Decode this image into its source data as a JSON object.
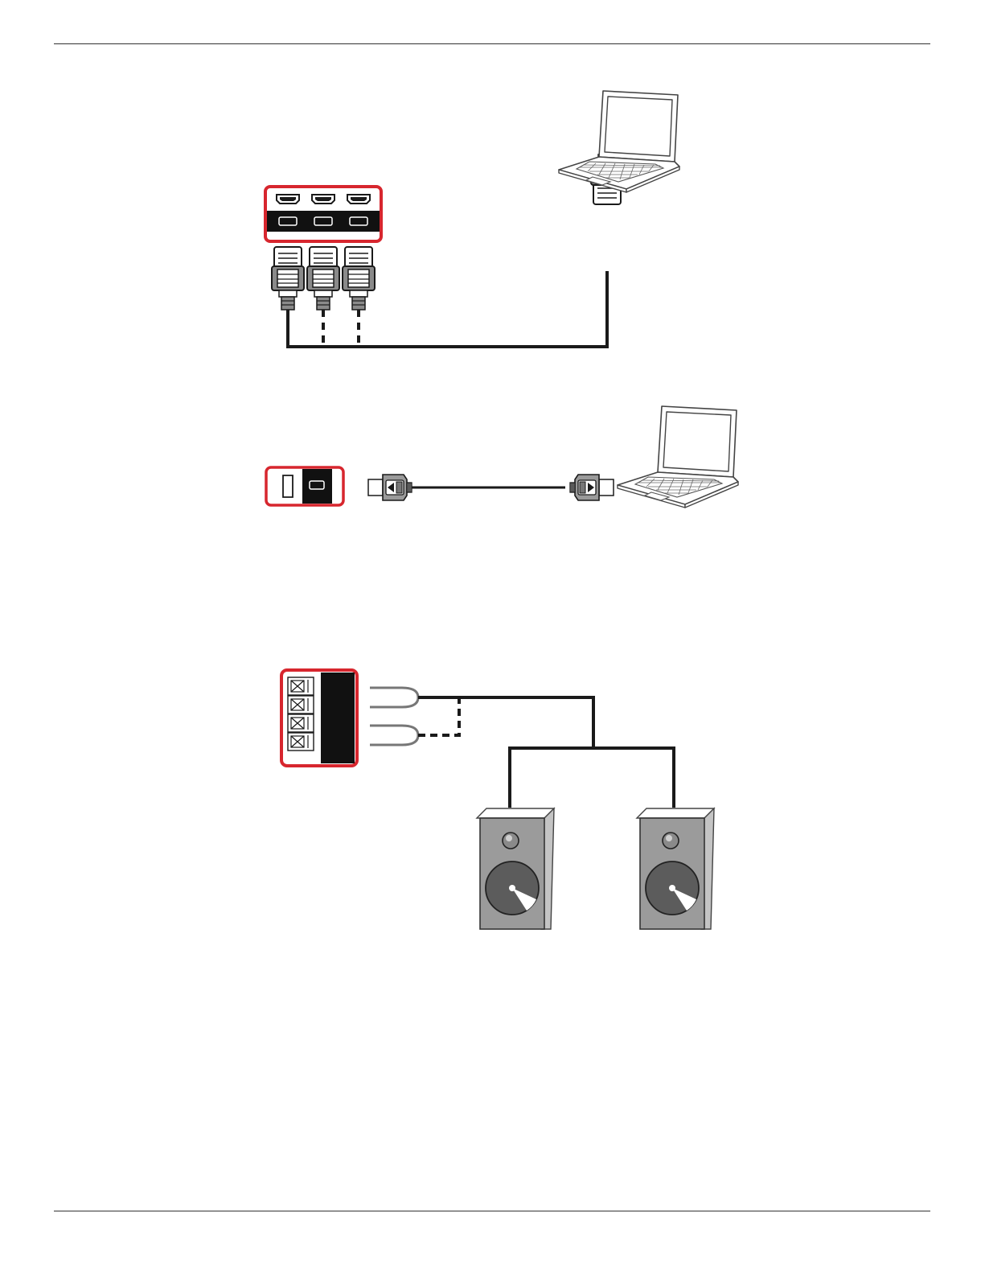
{
  "page": {
    "header_rule": true,
    "footer_rule": true
  },
  "colors": {
    "highlight_red": "#d7262e",
    "port_black": "#111111",
    "cable": "#1a1a1a",
    "plug_gray": "#8a8a8a",
    "speaker_body": "#9b9b9b",
    "speaker_side": "#c4c4c4",
    "woofer": "#5c5c5c"
  },
  "diagrams": [
    {
      "name": "hdmi-connection",
      "ports": [
        "hdmi-port",
        "hdmi-port",
        "hdmi-port"
      ],
      "device": "laptop-icon",
      "cable": "hdmi-cable"
    },
    {
      "name": "displayport-connection",
      "ports": [
        "displayport-port"
      ],
      "device": "laptop-icon",
      "cable": "displayport-cable"
    },
    {
      "name": "speaker-connection",
      "ports": [
        "speaker-terminal-block"
      ],
      "devices": [
        "speaker-icon",
        "speaker-icon"
      ],
      "cable": "speaker-wire"
    }
  ]
}
